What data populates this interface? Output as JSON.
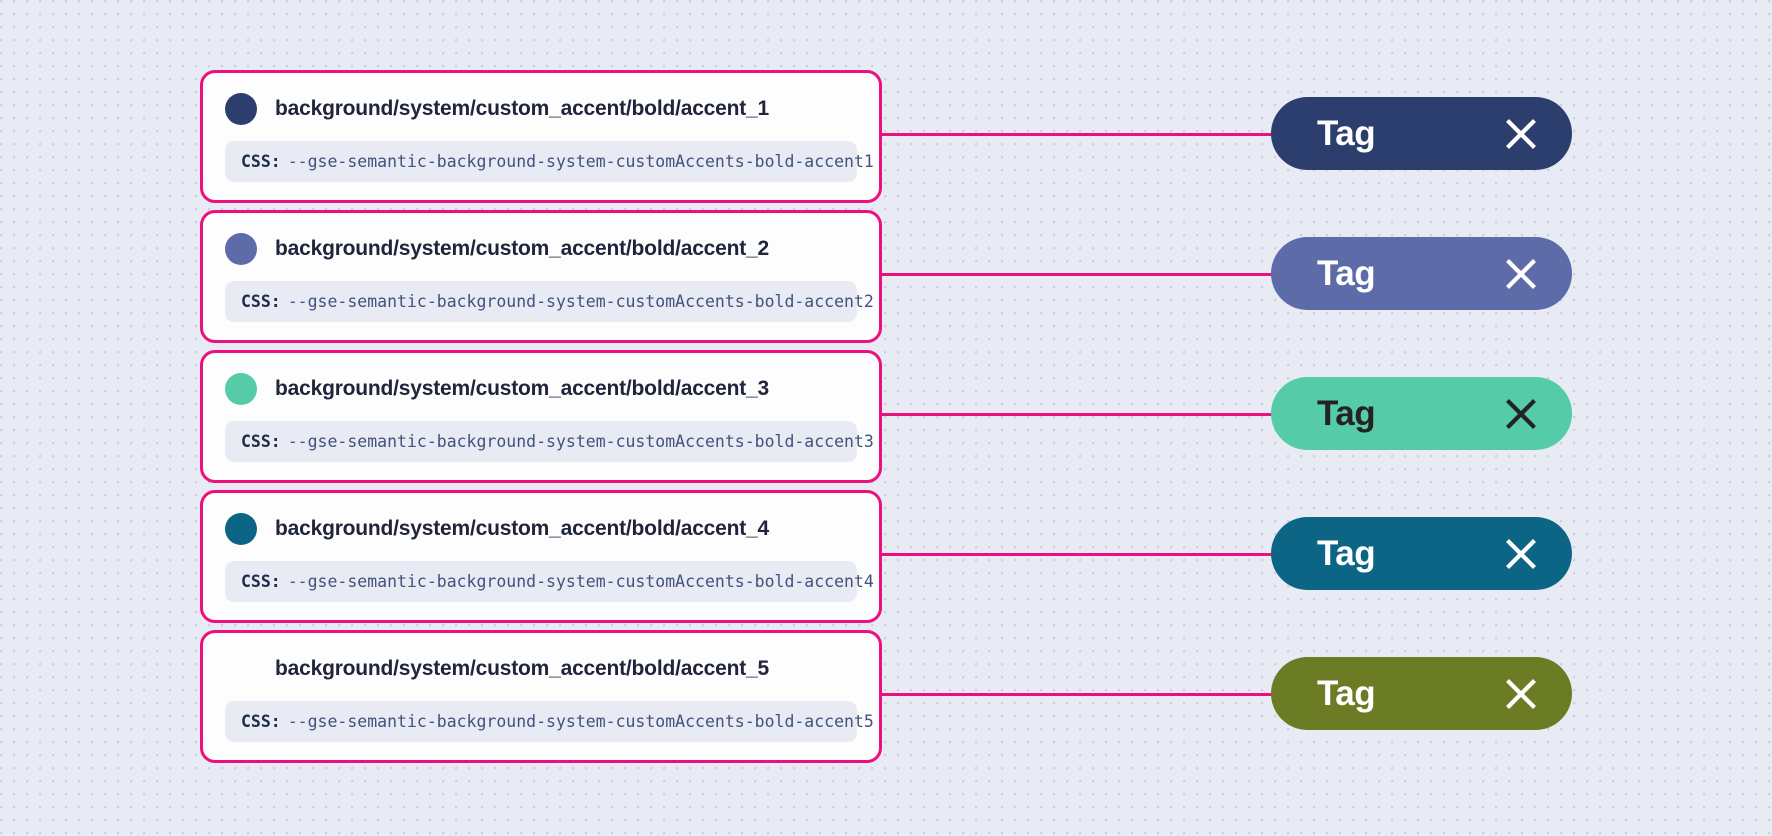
{
  "background": {
    "color": "#e8ebf4",
    "pattern": "dot-grid"
  },
  "accent_color": "#ec0f7e",
  "css_prefix_label": "CSS:",
  "tokens": [
    {
      "name": "background/system/custom_accent/bold/accent_1",
      "css_variable": "--gse-semantic-background-system-customAccents-bold-accent1",
      "swatch_color": "#2c3e6e",
      "tag_background": "#2c3e6e",
      "tag_text_color": "#ffffff",
      "tag_label": "Tag",
      "close_icon": "close-icon"
    },
    {
      "name": "background/system/custom_accent/bold/accent_2",
      "css_variable": "--gse-semantic-background-system-customAccents-bold-accent2",
      "swatch_color": "#5d6ba8",
      "tag_background": "#5d6ba8",
      "tag_text_color": "#ffffff",
      "tag_label": "Tag",
      "close_icon": "close-icon"
    },
    {
      "name": "background/system/custom_accent/bold/accent_3",
      "css_variable": "--gse-semantic-background-system-customAccents-bold-accent3",
      "swatch_color": "#55cba8",
      "tag_background": "#55cba8",
      "tag_text_color": "#232323",
      "tag_label": "Tag",
      "close_icon": "close-icon"
    },
    {
      "name": "background/system/custom_accent/bold/accent_4",
      "css_variable": "--gse-semantic-background-system-customAccents-bold-accent4",
      "swatch_color": "#0d6586",
      "tag_background": "#0d6586",
      "tag_text_color": "#ffffff",
      "tag_label": "Tag",
      "close_icon": "close-icon"
    },
    {
      "name": "background/system/custom_accent/bold/accent_5",
      "css_variable": "--gse-semantic-background-system-customAccents-bold-accent5",
      "swatch_color": "#fdfdff",
      "tag_background": "#6b7c24",
      "tag_text_color": "#ffffff",
      "tag_label": "Tag",
      "close_icon": "close-icon"
    }
  ]
}
